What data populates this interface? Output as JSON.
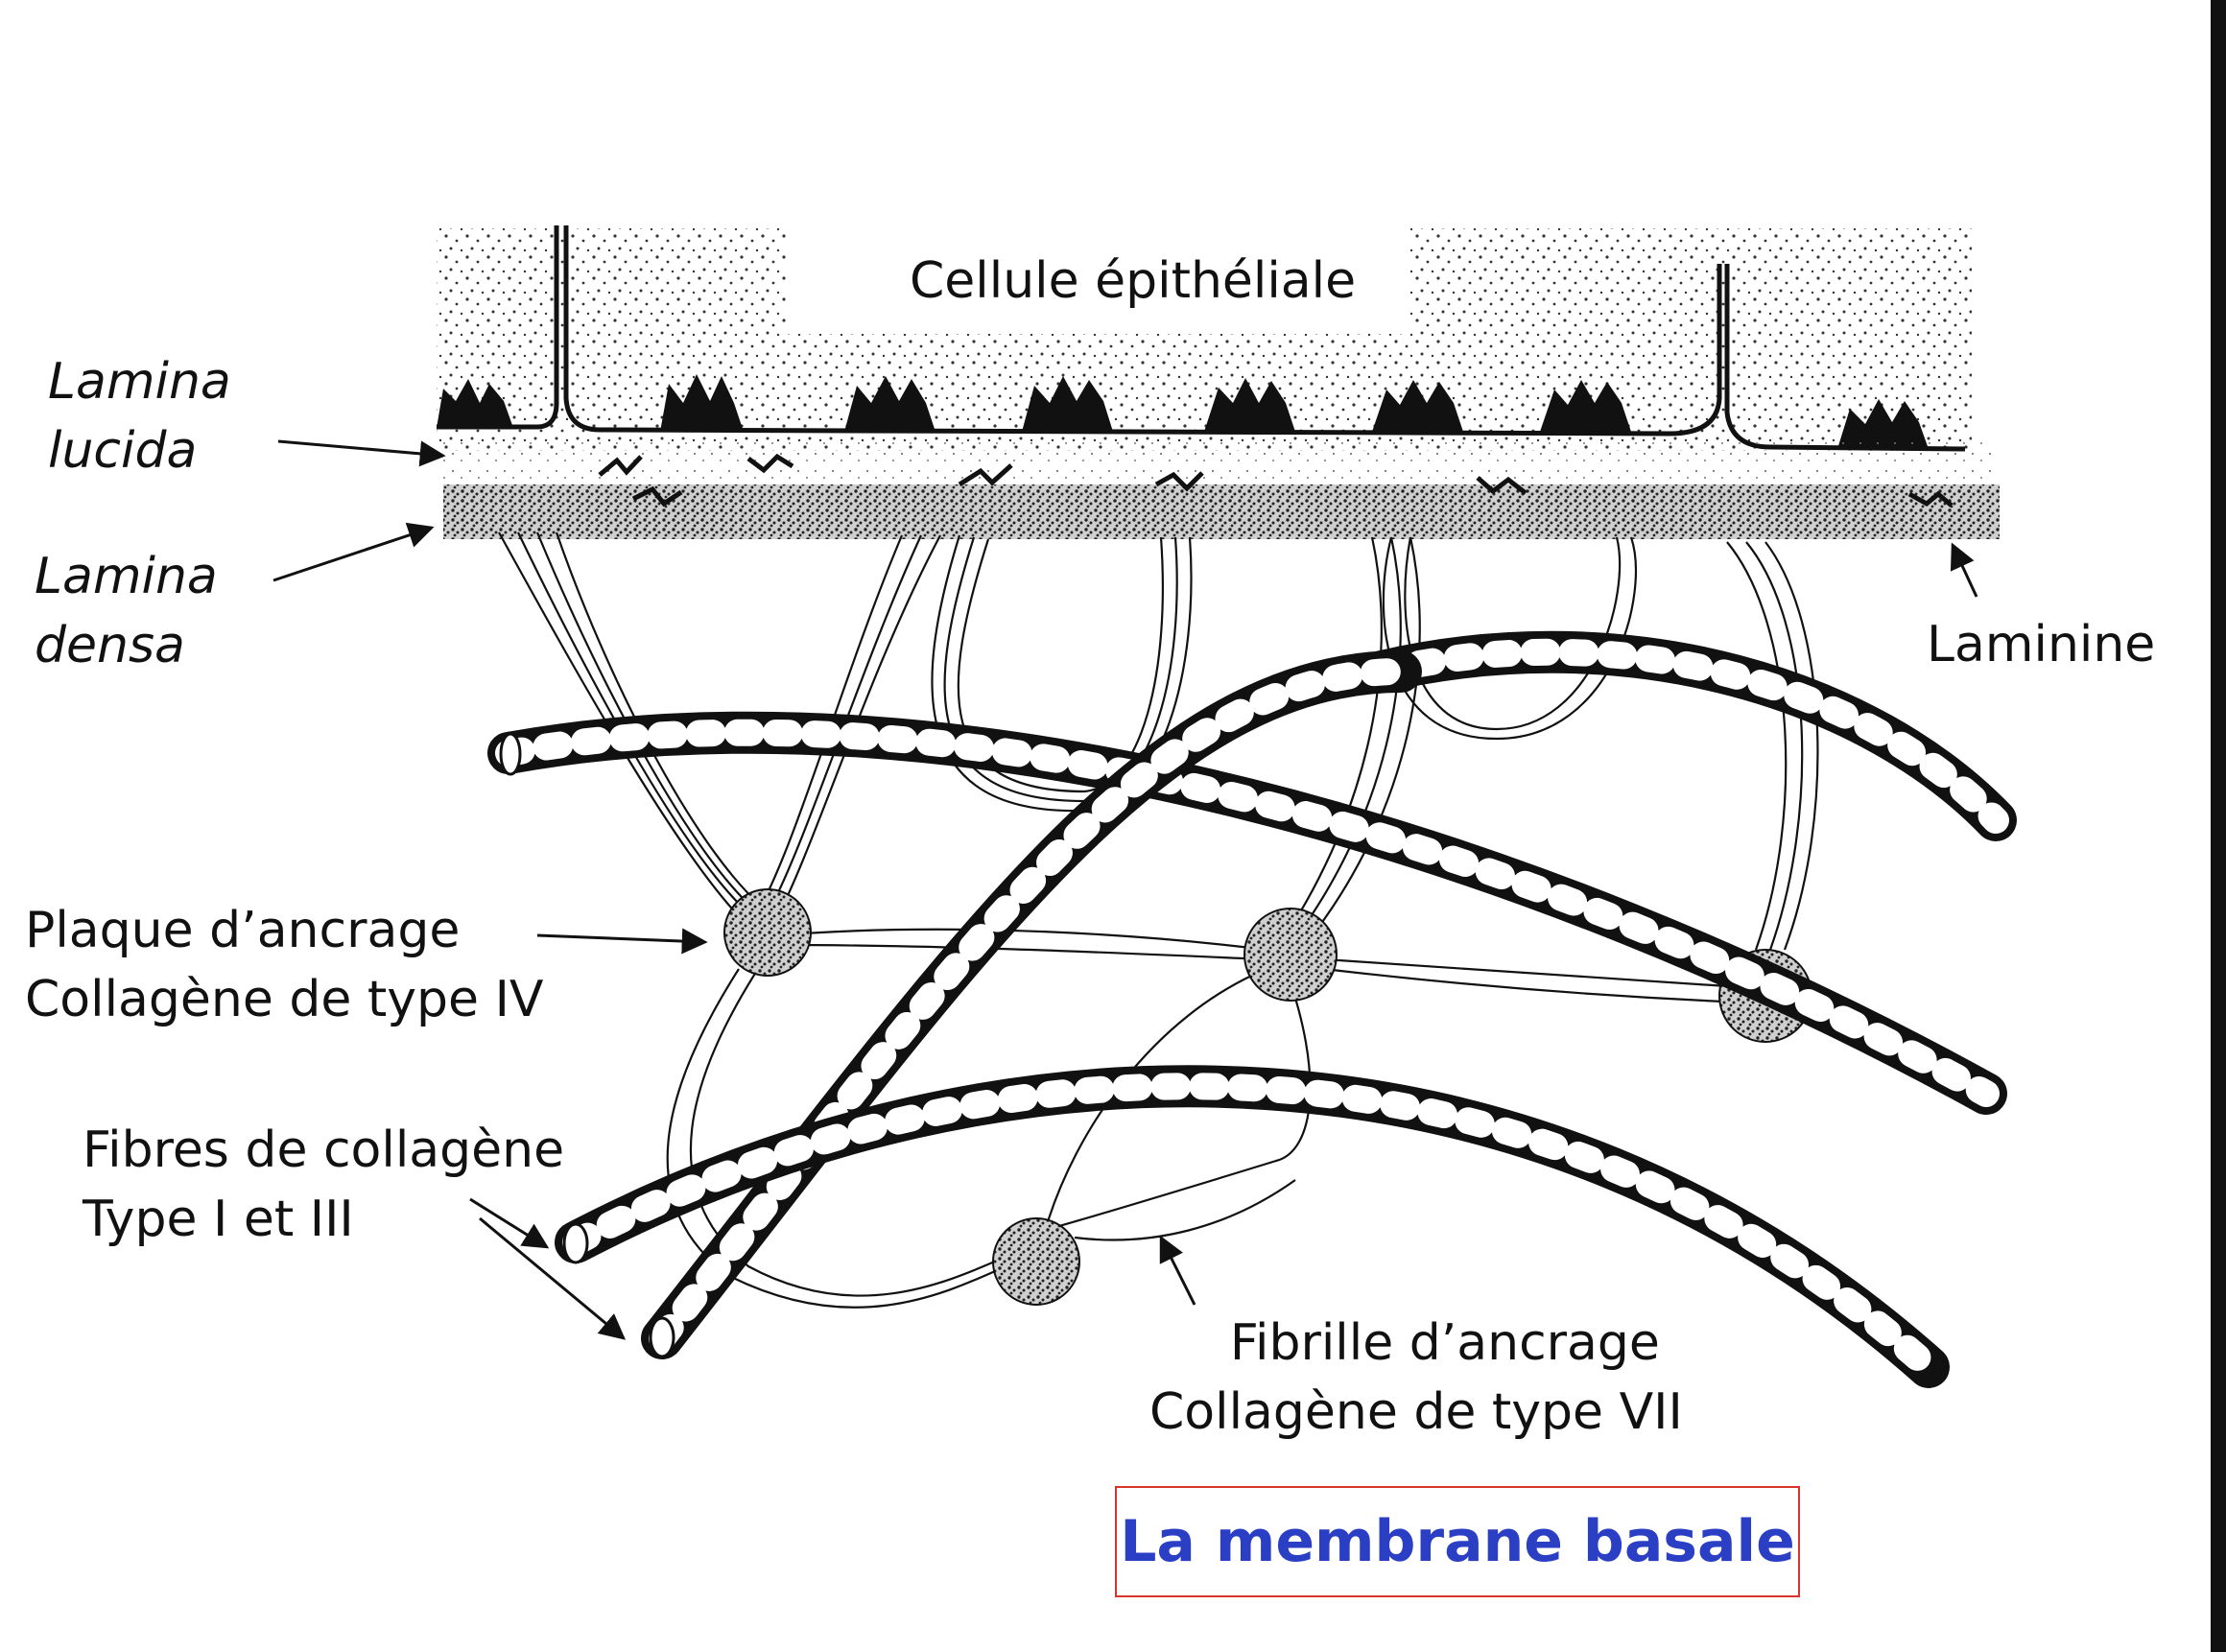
{
  "labels": {
    "cellule": "Cellule épithéliale",
    "lamina_lucida": [
      "Lamina",
      "lucida"
    ],
    "lamina_densa": [
      "Lamina",
      "densa"
    ],
    "laminine": "Laminine",
    "plaque": [
      "Plaque d’ancrage",
      "Collagène de type IV"
    ],
    "fibres": [
      "Fibres de collagène",
      "Type I et III"
    ],
    "fibrille": [
      "Fibrille d’ancrage",
      "Collagène de type VII"
    ]
  },
  "title": "La membrane basale",
  "colors": {
    "title_text": "#2a3fc4",
    "title_border": "#d9342b",
    "ink": "#111111"
  }
}
